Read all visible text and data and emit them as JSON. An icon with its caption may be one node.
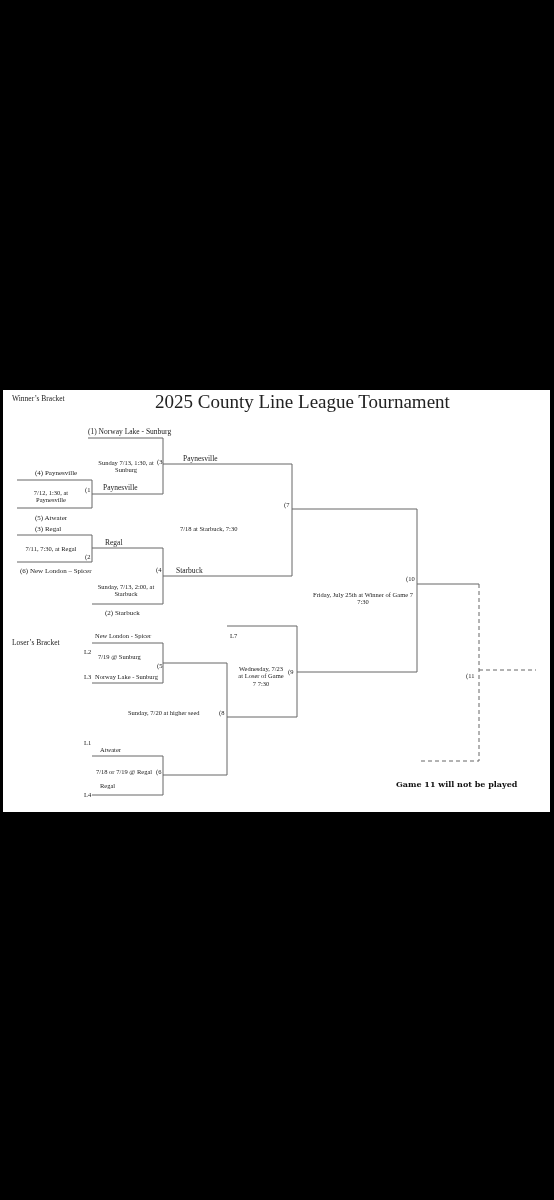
{
  "diagram": {
    "title": "2025 County Line League Tournament",
    "labels": [
      "Winner’s Bracket",
      "(1) Norway Lake - Sunburg",
      "Paynesville",
      "Sunday 7/13, 1:30, at Sunburg",
      "(3",
      "(4) Paynesville",
      "(1",
      "7/12, 1:30, at Paynesville",
      "Paynesville",
      "(7",
      "(5) Atwater",
      "7/18 at Starbuck, 7:30",
      "(3) Regal",
      "Regal",
      "7/11, 7:30, at Regal",
      "(2",
      "(6) New London – Spicer",
      "(4",
      "Starbuck",
      "Sunday, 7/13, 2:00, at Starbuck",
      "(2) Starbuck",
      "(10",
      "Friday, July 25th at Winner of Game 7 7:30",
      "Loser’s Bracket",
      "New London - Spicer",
      "L7",
      "L2",
      "7/19 @ Sunburg",
      "(5",
      "Wednesday, 7/23 at Loser of Game 7 7:30",
      "(9",
      "(11",
      "L3",
      "Norway Lake - Sunburg",
      "Sunday, 7/20 at higher seed",
      "(8",
      "L1",
      "Atwater",
      "7/18 or 7/19 @ Regal",
      "(6",
      "Regal",
      "Game 11 will not be played",
      "L4"
    ]
  }
}
